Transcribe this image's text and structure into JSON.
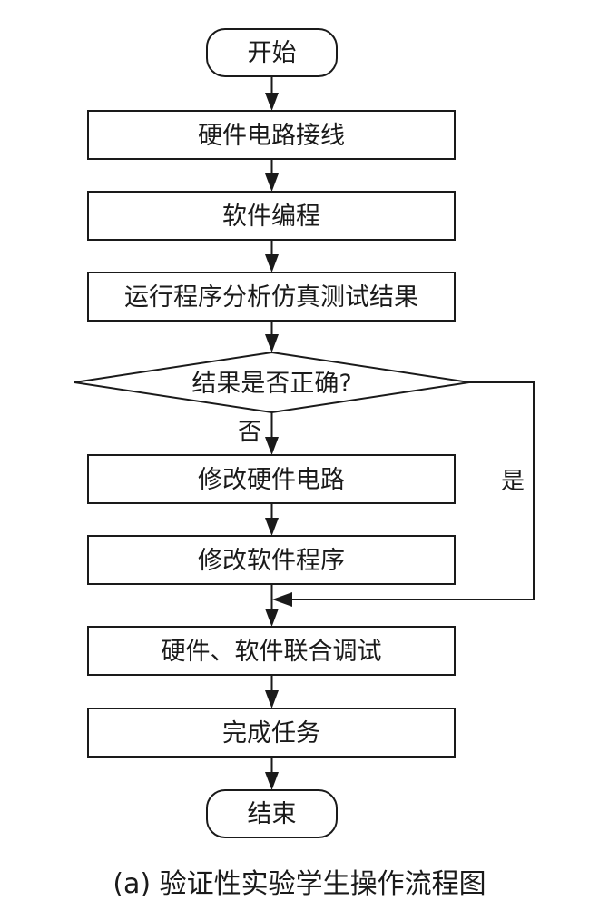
{
  "flowchart": {
    "nodes": {
      "start": "开始",
      "wiring": "硬件电路接线",
      "programming": "软件编程",
      "run_test": "运行程序分析仿真测试结果",
      "decision": "结果是否正确?",
      "fix_circuit": "修改硬件电路",
      "fix_program": "修改软件程序",
      "joint_debug": "硬件、软件联合调试",
      "complete": "完成任务",
      "end": "结束"
    },
    "edges": {
      "no": "否",
      "yes": "是"
    }
  },
  "caption": "(a) 验证性实验学生操作流程图"
}
